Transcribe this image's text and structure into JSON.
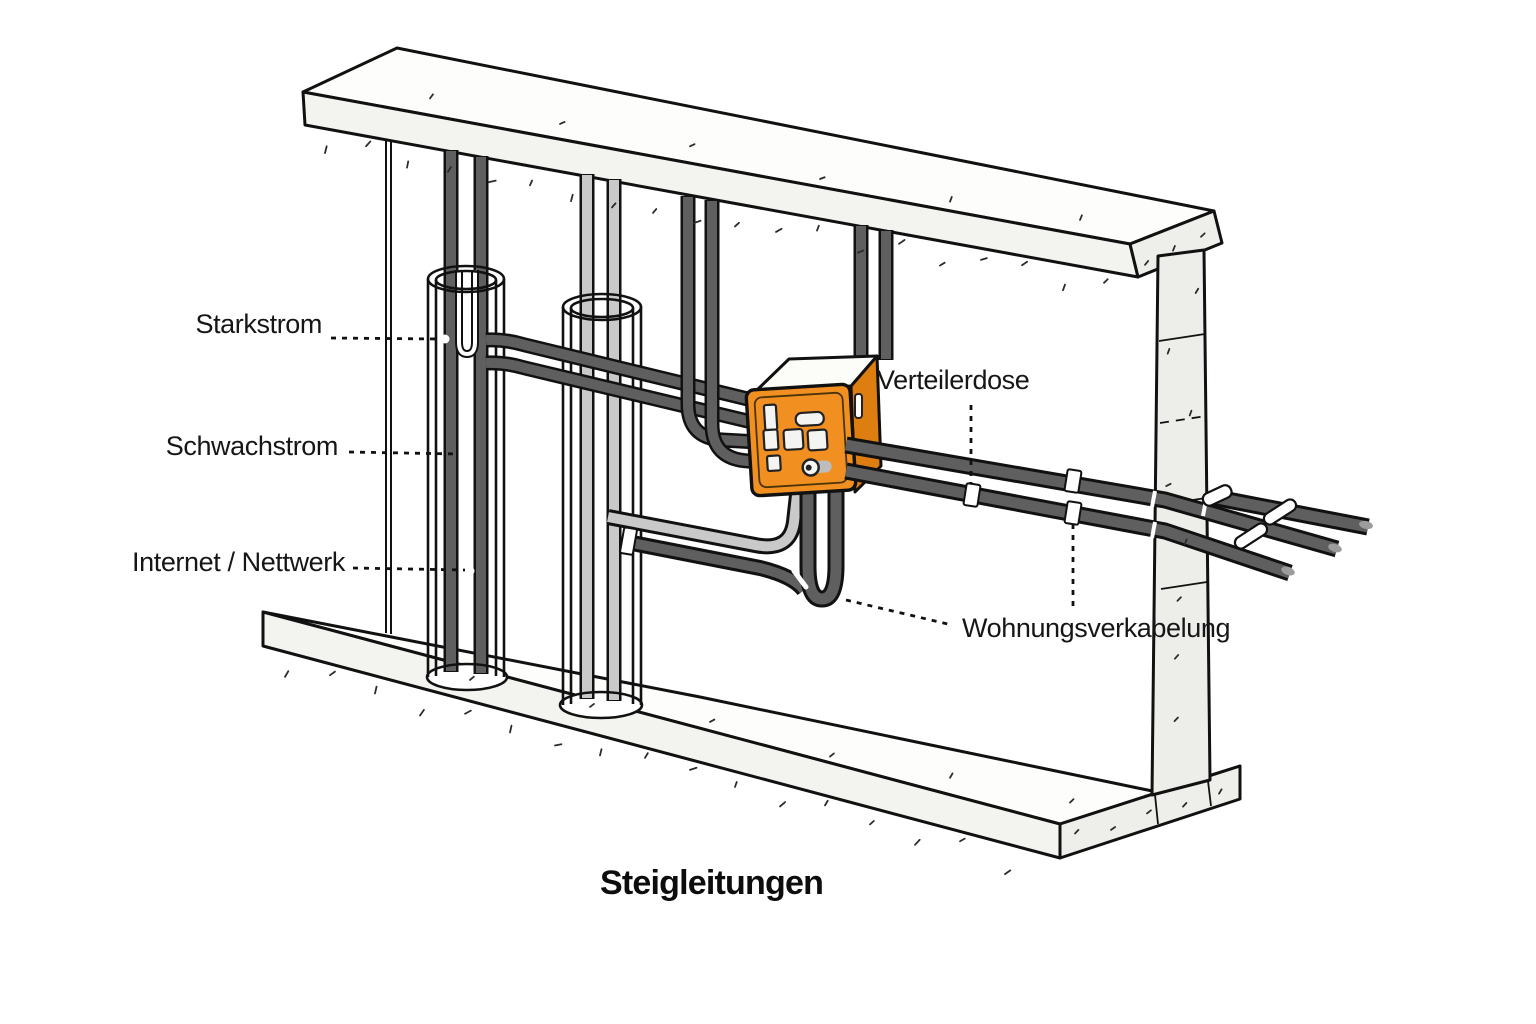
{
  "figure": {
    "title": "Steigleitungen",
    "labels": {
      "starkstrom": "Starkstrom",
      "schwachstrom": "Schwachstrom",
      "internet": "Internet / Nettwerk",
      "verteilerdose": "Verteilerdose",
      "wohnungsverkabelung": "Wohnungsverkabelung"
    },
    "colors": {
      "background": "#ffffff",
      "outline": "#111111",
      "cable_dark": "#5f5f5f",
      "cable_light": "#c9c9c9",
      "concrete": "#f3f3ef",
      "box_orange": "#f19021",
      "box_orange_dark": "#de7d10",
      "box_top": "#fcfcf8",
      "text": "#161616"
    },
    "components": [
      "ceiling-slab",
      "floor-slab",
      "wall-column",
      "conduit-left-with-dark-cables",
      "conduit-right-with-light-cables",
      "distribution-box",
      "apartment-cable-loop",
      "horizontal-riser-cables"
    ]
  }
}
